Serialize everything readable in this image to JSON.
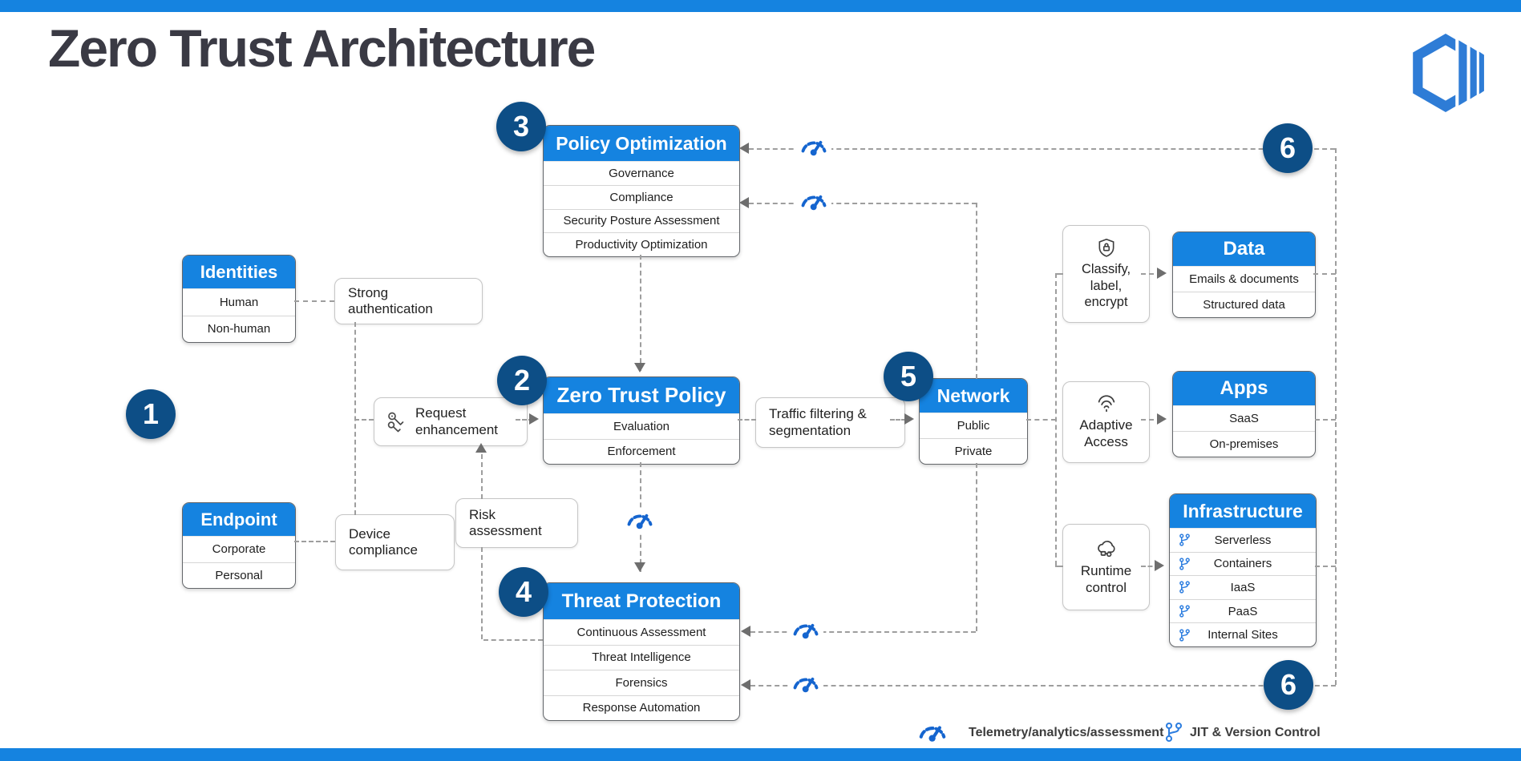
{
  "title": "Zero Trust Architecture",
  "badges": {
    "one": "1",
    "two": "2",
    "three": "3",
    "four": "4",
    "five": "5",
    "six": "6"
  },
  "boxes": {
    "identities": {
      "title": "Identities",
      "rows": [
        "Human",
        "Non-human"
      ]
    },
    "endpoint": {
      "title": "Endpoint",
      "rows": [
        "Corporate",
        "Personal"
      ]
    },
    "policy_optimization": {
      "title": "Policy Optimization",
      "rows": [
        "Governance",
        "Compliance",
        "Security Posture Assessment",
        "Productivity Optimization"
      ]
    },
    "zero_trust_policy": {
      "title": "Zero Trust Policy",
      "rows": [
        "Evaluation",
        "Enforcement"
      ]
    },
    "threat_protection": {
      "title": "Threat Protection",
      "rows": [
        "Continuous Assessment",
        "Threat Intelligence",
        "Forensics",
        "Response Automation"
      ]
    },
    "network": {
      "title": "Network",
      "rows": [
        "Public",
        "Private"
      ]
    },
    "data": {
      "title": "Data",
      "rows": [
        "Emails & documents",
        "Structured data"
      ]
    },
    "apps": {
      "title": "Apps",
      "rows": [
        "SaaS",
        "On-premises"
      ]
    },
    "infrastructure": {
      "title": "Infrastructure",
      "rows": [
        "Serverless",
        "Containers",
        "IaaS",
        "PaaS",
        "Internal Sites"
      ]
    }
  },
  "side_boxes": {
    "strong_auth": "Strong authentication",
    "request_enhancement": "Request enhancement",
    "device_compliance": "Device compliance",
    "risk_assessment": "Risk assessment",
    "traffic_filtering": "Traffic filtering & segmentation",
    "classify": "Classify, label, encrypt",
    "adaptive_access": "Adaptive Access",
    "runtime_control": "Runtime control"
  },
  "legend": {
    "telemetry": "Telemetry/analytics/assessment",
    "jit": "JIT & Version Control"
  },
  "icons": {
    "telemetry": "gauge-icon",
    "jit": "branch-icon",
    "request_enhancement": "keys-icon",
    "classify": "shield-lock-icon",
    "adaptive_access": "fingerprint-icon",
    "runtime_control": "cloud-gear-icon",
    "logo": "hexagon-logo"
  },
  "colors": {
    "header_blue": "#1583e0",
    "badge_navy": "#0d4e86",
    "line_gray": "#9e9e9e",
    "title_color": "#3a3a44",
    "gauge_blue": "#1565cf",
    "branch_blue": "#2f7fe0",
    "logo_blue": "#2e7cd6"
  }
}
